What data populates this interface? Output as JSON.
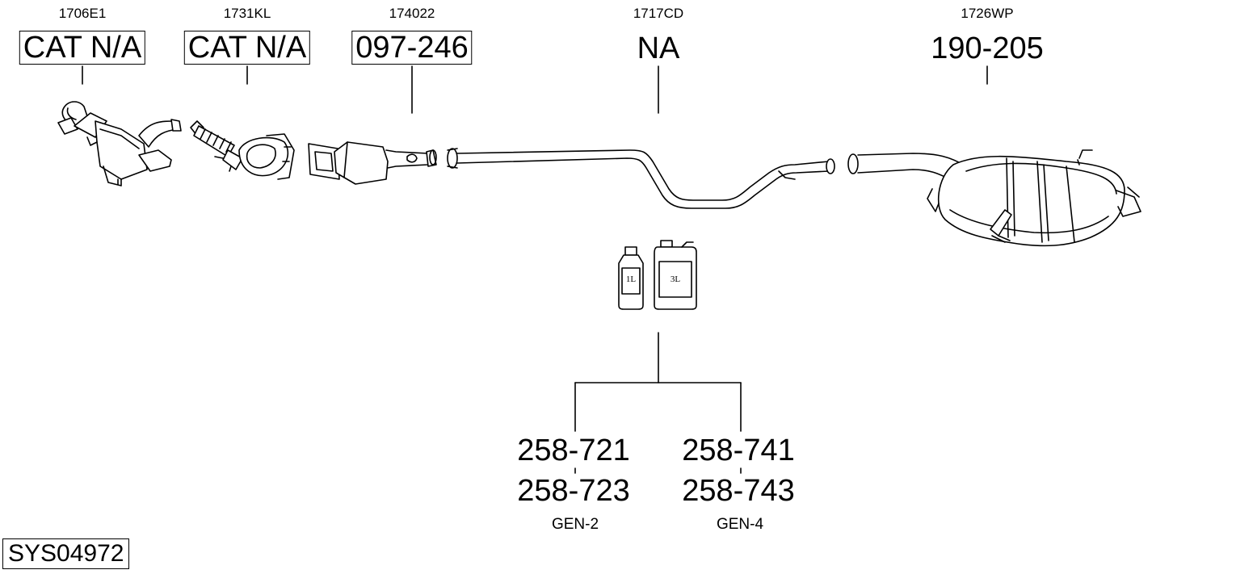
{
  "parts": [
    {
      "oem": "1706E1",
      "number": "CAT N/A",
      "boxed": true
    },
    {
      "oem": "1731KL",
      "number": "CAT N/A",
      "boxed": true
    },
    {
      "oem": "174022",
      "number": "097-246",
      "boxed": true
    },
    {
      "oem": "1717CD",
      "number": "NA",
      "boxed": false
    },
    {
      "oem": "1726WP",
      "number": "190-205",
      "boxed": false
    }
  ],
  "containers": {
    "small_label": "1L",
    "large_label": "3L"
  },
  "kits": [
    {
      "numbers": [
        "258-721",
        "258-723"
      ],
      "gen": "GEN-2"
    },
    {
      "numbers": [
        "258-741",
        "258-743"
      ],
      "gen": "GEN-4"
    }
  ],
  "system_code": "SYS04972"
}
